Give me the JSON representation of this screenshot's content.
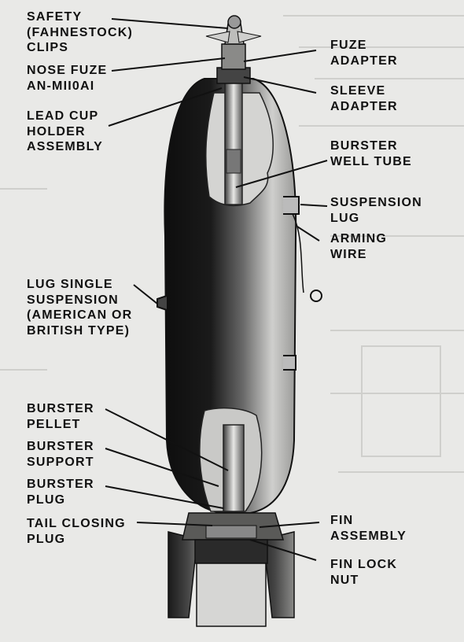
{
  "labels": {
    "safety_clips": "SAFETY\n(FAHNESTOCK)\nCLIPS",
    "nose_fuze": "NOSE FUZE\nAN-MII0AI",
    "lead_cup": "LEAD CUP\nHOLDER\nASSEMBLY",
    "lug_single": "LUG SINGLE\nSUSPENSION\n(AMERICAN OR\nBRITISH TYPE)",
    "burster_pellet": "BURSTER\nPELLET",
    "burster_support": "BURSTER\nSUPPORT",
    "burster_plug": "BURSTER\nPLUG",
    "tail_closing_plug": "TAIL CLOSING\nPLUG",
    "fuze_adapter": "FUZE\nADAPTER",
    "sleeve_adapter": "SLEEVE\nADAPTER",
    "burster_well_tube": "BURSTER\nWELL TUBE",
    "suspension_lug": "SUSPENSION\nLUG",
    "arming_wire": "ARMING\nWIRE",
    "fin_assembly": "FIN\nASSEMBLY",
    "fin_lock_nut": "FIN LOCK\nNUT"
  },
  "colors": {
    "background": "#e9e9e7",
    "body_dark": "#1c1c1c",
    "body_light": "#d8d8d6",
    "text": "#111111"
  }
}
